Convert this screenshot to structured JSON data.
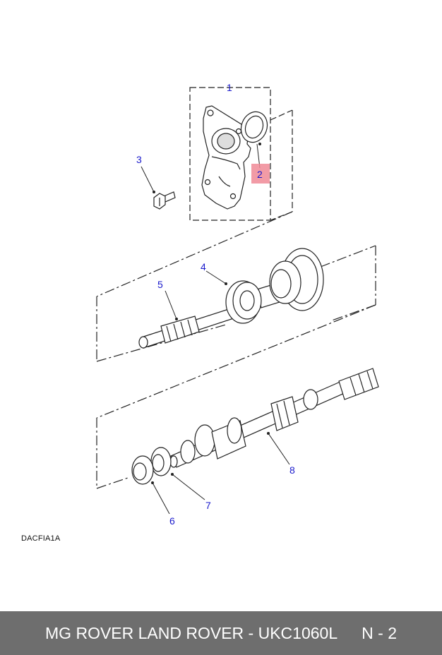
{
  "callouts": {
    "c1": "1",
    "c2": "2",
    "c3": "3",
    "c4": "4",
    "c5": "5",
    "c6": "6",
    "c7": "7",
    "c8": "8"
  },
  "highlight_color": "#f08a96",
  "drawing_code": "DACFIA1A",
  "footer": {
    "brand_part": "MG ROVER LAND ROVER - UKC1060L",
    "page": "N - 2"
  }
}
